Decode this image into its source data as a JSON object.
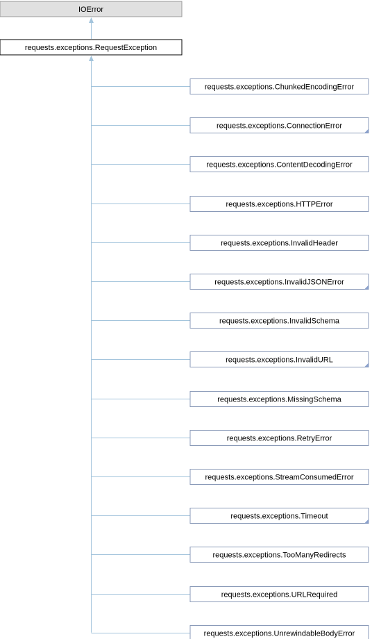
{
  "diagram": {
    "type": "class-inheritance-graph",
    "root": {
      "label": "IOError",
      "fill": "#e0e0e0",
      "stroke": "#999999"
    },
    "base": {
      "label": "requests.exceptions.RequestException",
      "fill": "#ffffff",
      "stroke": "#000000"
    },
    "children": [
      {
        "label": "requests.exceptions.ChunkedEncodingError",
        "has_more": false
      },
      {
        "label": "requests.exceptions.ConnectionError",
        "has_more": true
      },
      {
        "label": "requests.exceptions.ContentDecodingError",
        "has_more": false
      },
      {
        "label": "requests.exceptions.HTTPError",
        "has_more": false
      },
      {
        "label": "requests.exceptions.InvalidHeader",
        "has_more": false
      },
      {
        "label": "requests.exceptions.InvalidJSONError",
        "has_more": true
      },
      {
        "label": "requests.exceptions.InvalidSchema",
        "has_more": false
      },
      {
        "label": "requests.exceptions.InvalidURL",
        "has_more": true
      },
      {
        "label": "requests.exceptions.MissingSchema",
        "has_more": false
      },
      {
        "label": "requests.exceptions.RetryError",
        "has_more": false
      },
      {
        "label": "requests.exceptions.StreamConsumedError",
        "has_more": false
      },
      {
        "label": "requests.exceptions.Timeout",
        "has_more": true
      },
      {
        "label": "requests.exceptions.TooManyRedirects",
        "has_more": false
      },
      {
        "label": "requests.exceptions.URLRequired",
        "has_more": false
      },
      {
        "label": "requests.exceptions.UnrewindableBodyError",
        "has_more": false
      }
    ],
    "colors": {
      "edge": "#a3c4dc",
      "child_fill": "#ffffff",
      "child_stroke": "#8a9ab8",
      "more_marker": "#8aa0cc"
    }
  }
}
